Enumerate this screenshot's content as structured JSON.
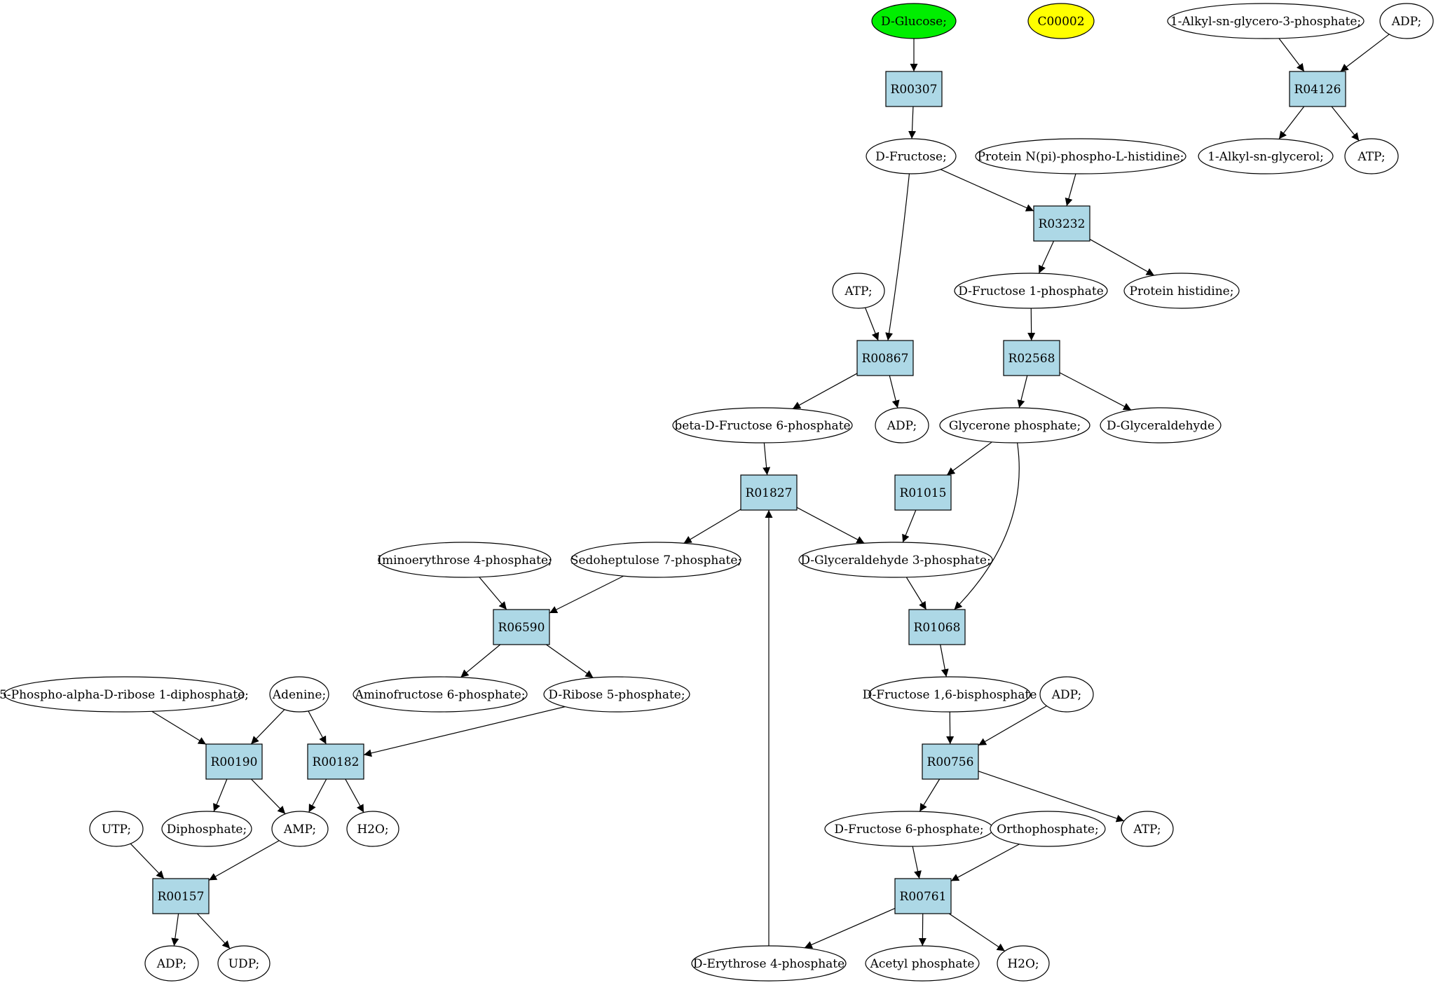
{
  "graph": {
    "compounds": [
      {
        "id": "c_glucose",
        "label": "D-Glucose;",
        "fill": "#00ee00"
      },
      {
        "id": "c_c00002",
        "label": "C00002",
        "fill": "#ffff00"
      },
      {
        "id": "c_alkylglycero3p",
        "label": "1-Alkyl-sn-glycero-3-phosphate;"
      },
      {
        "id": "c_adp_top",
        "label": "ADP;"
      },
      {
        "id": "c_fructose",
        "label": "D-Fructose;"
      },
      {
        "id": "c_protein_np",
        "label": "Protein N(pi)-phospho-L-histidine;"
      },
      {
        "id": "c_alkylglycerol",
        "label": "1-Alkyl-sn-glycerol;"
      },
      {
        "id": "c_atp_top",
        "label": "ATP;"
      },
      {
        "id": "c_atp_mid",
        "label": "ATP;"
      },
      {
        "id": "c_fructose1p",
        "label": "D-Fructose 1-phosphate"
      },
      {
        "id": "c_protein_his",
        "label": "Protein histidine;"
      },
      {
        "id": "c_bfructose6p",
        "label": "beta-D-Fructose 6-phosphate"
      },
      {
        "id": "c_adp_mid",
        "label": "ADP;"
      },
      {
        "id": "c_glycerone_p",
        "label": "Glycerone phosphate;"
      },
      {
        "id": "c_glyceraldehyde",
        "label": "D-Glyceraldehyde"
      },
      {
        "id": "c_iminoerythrose",
        "label": "Iminoerythrose 4-phosphate;"
      },
      {
        "id": "c_sedoheptulose",
        "label": "Sedoheptulose 7-phosphate;"
      },
      {
        "id": "c_gap",
        "label": "D-Glyceraldehyde 3-phosphate;"
      },
      {
        "id": "c_prpp",
        "label": "5-Phospho-alpha-D-ribose 1-diphosphate;"
      },
      {
        "id": "c_adenine",
        "label": "Adenine;"
      },
      {
        "id": "c_aminofructose",
        "label": "Aminofructose 6-phosphate;"
      },
      {
        "id": "c_ribose5p",
        "label": "D-Ribose 5-phosphate;"
      },
      {
        "id": "c_fbp",
        "label": "D-Fructose 1,6-bisphosphate"
      },
      {
        "id": "c_adp_r756",
        "label": "ADP;"
      },
      {
        "id": "c_utp",
        "label": "UTP;"
      },
      {
        "id": "c_diphosphate",
        "label": "Diphosphate;"
      },
      {
        "id": "c_amp",
        "label": "AMP;"
      },
      {
        "id": "c_h2o_left",
        "label": "H2O;"
      },
      {
        "id": "c_fructose6p",
        "label": "D-Fructose 6-phosphate;"
      },
      {
        "id": "c_orthophosphate",
        "label": "Orthophosphate;"
      },
      {
        "id": "c_atp_right",
        "label": "ATP;"
      },
      {
        "id": "c_adp_bottom",
        "label": "ADP;"
      },
      {
        "id": "c_udp",
        "label": "UDP;"
      },
      {
        "id": "c_erythrose4p",
        "label": "D-Erythrose 4-phosphate"
      },
      {
        "id": "c_acetylp",
        "label": "Acetyl phosphate"
      },
      {
        "id": "c_h2o_right",
        "label": "H2O;"
      }
    ],
    "reactions": [
      {
        "id": "r00307",
        "label": "R00307"
      },
      {
        "id": "r04126",
        "label": "R04126"
      },
      {
        "id": "r03232",
        "label": "R03232"
      },
      {
        "id": "r00867",
        "label": "R00867"
      },
      {
        "id": "r02568",
        "label": "R02568"
      },
      {
        "id": "r01827",
        "label": "R01827"
      },
      {
        "id": "r01015",
        "label": "R01015"
      },
      {
        "id": "r06590",
        "label": "R06590"
      },
      {
        "id": "r01068",
        "label": "R01068"
      },
      {
        "id": "r00190",
        "label": "R00190"
      },
      {
        "id": "r00182",
        "label": "R00182"
      },
      {
        "id": "r00756",
        "label": "R00756"
      },
      {
        "id": "r00157",
        "label": "R00157"
      },
      {
        "id": "r00761",
        "label": "R00761"
      }
    ],
    "edges": [
      {
        "from": "c_glucose",
        "to": "r00307"
      },
      {
        "from": "r00307",
        "to": "c_fructose"
      },
      {
        "from": "c_alkylglycero3p",
        "to": "r04126"
      },
      {
        "from": "c_adp_top",
        "to": "r04126"
      },
      {
        "from": "r04126",
        "to": "c_alkylglycerol"
      },
      {
        "from": "r04126",
        "to": "c_atp_top"
      },
      {
        "from": "c_fructose",
        "to": "r03232"
      },
      {
        "from": "c_protein_np",
        "to": "r03232"
      },
      {
        "from": "r03232",
        "to": "c_fructose1p"
      },
      {
        "from": "r03232",
        "to": "c_protein_his"
      },
      {
        "from": "c_fructose",
        "to": "r00867"
      },
      {
        "from": "c_atp_mid",
        "to": "r00867"
      },
      {
        "from": "r00867",
        "to": "c_bfructose6p"
      },
      {
        "from": "r00867",
        "to": "c_adp_mid"
      },
      {
        "from": "c_fructose1p",
        "to": "r02568"
      },
      {
        "from": "r02568",
        "to": "c_glycerone_p"
      },
      {
        "from": "r02568",
        "to": "c_glyceraldehyde"
      },
      {
        "from": "c_bfructose6p",
        "to": "r01827"
      },
      {
        "from": "c_erythrose4p",
        "to": "r01827"
      },
      {
        "from": "r01827",
        "to": "c_sedoheptulose"
      },
      {
        "from": "r01827",
        "to": "c_gap"
      },
      {
        "from": "c_glycerone_p",
        "to": "r01015"
      },
      {
        "from": "r01015",
        "to": "c_gap"
      },
      {
        "from": "c_gap",
        "to": "r01068"
      },
      {
        "from": "c_glycerone_p",
        "to": "r01068"
      },
      {
        "from": "r01068",
        "to": "c_fbp"
      },
      {
        "from": "c_iminoerythrose",
        "to": "r06590"
      },
      {
        "from": "c_sedoheptulose",
        "to": "r06590"
      },
      {
        "from": "r06590",
        "to": "c_aminofructose"
      },
      {
        "from": "r06590",
        "to": "c_ribose5p"
      },
      {
        "from": "c_prpp",
        "to": "r00190"
      },
      {
        "from": "c_adenine",
        "to": "r00190"
      },
      {
        "from": "c_adenine",
        "to": "r00182"
      },
      {
        "from": "c_ribose5p",
        "to": "r00182"
      },
      {
        "from": "r00190",
        "to": "c_diphosphate"
      },
      {
        "from": "r00190",
        "to": "c_amp"
      },
      {
        "from": "r00182",
        "to": "c_amp"
      },
      {
        "from": "r00182",
        "to": "c_h2o_left"
      },
      {
        "from": "c_fbp",
        "to": "r00756"
      },
      {
        "from": "c_adp_r756",
        "to": "r00756"
      },
      {
        "from": "r00756",
        "to": "c_fructose6p"
      },
      {
        "from": "r00756",
        "to": "c_atp_right"
      },
      {
        "from": "c_utp",
        "to": "r00157"
      },
      {
        "from": "c_amp",
        "to": "r00157"
      },
      {
        "from": "r00157",
        "to": "c_adp_bottom"
      },
      {
        "from": "r00157",
        "to": "c_udp"
      },
      {
        "from": "c_fructose6p",
        "to": "r00761"
      },
      {
        "from": "c_orthophosphate",
        "to": "r00761"
      },
      {
        "from": "r00761",
        "to": "c_erythrose4p"
      },
      {
        "from": "r00761",
        "to": "c_acetylp"
      },
      {
        "from": "r00761",
        "to": "c_h2o_right"
      }
    ]
  }
}
